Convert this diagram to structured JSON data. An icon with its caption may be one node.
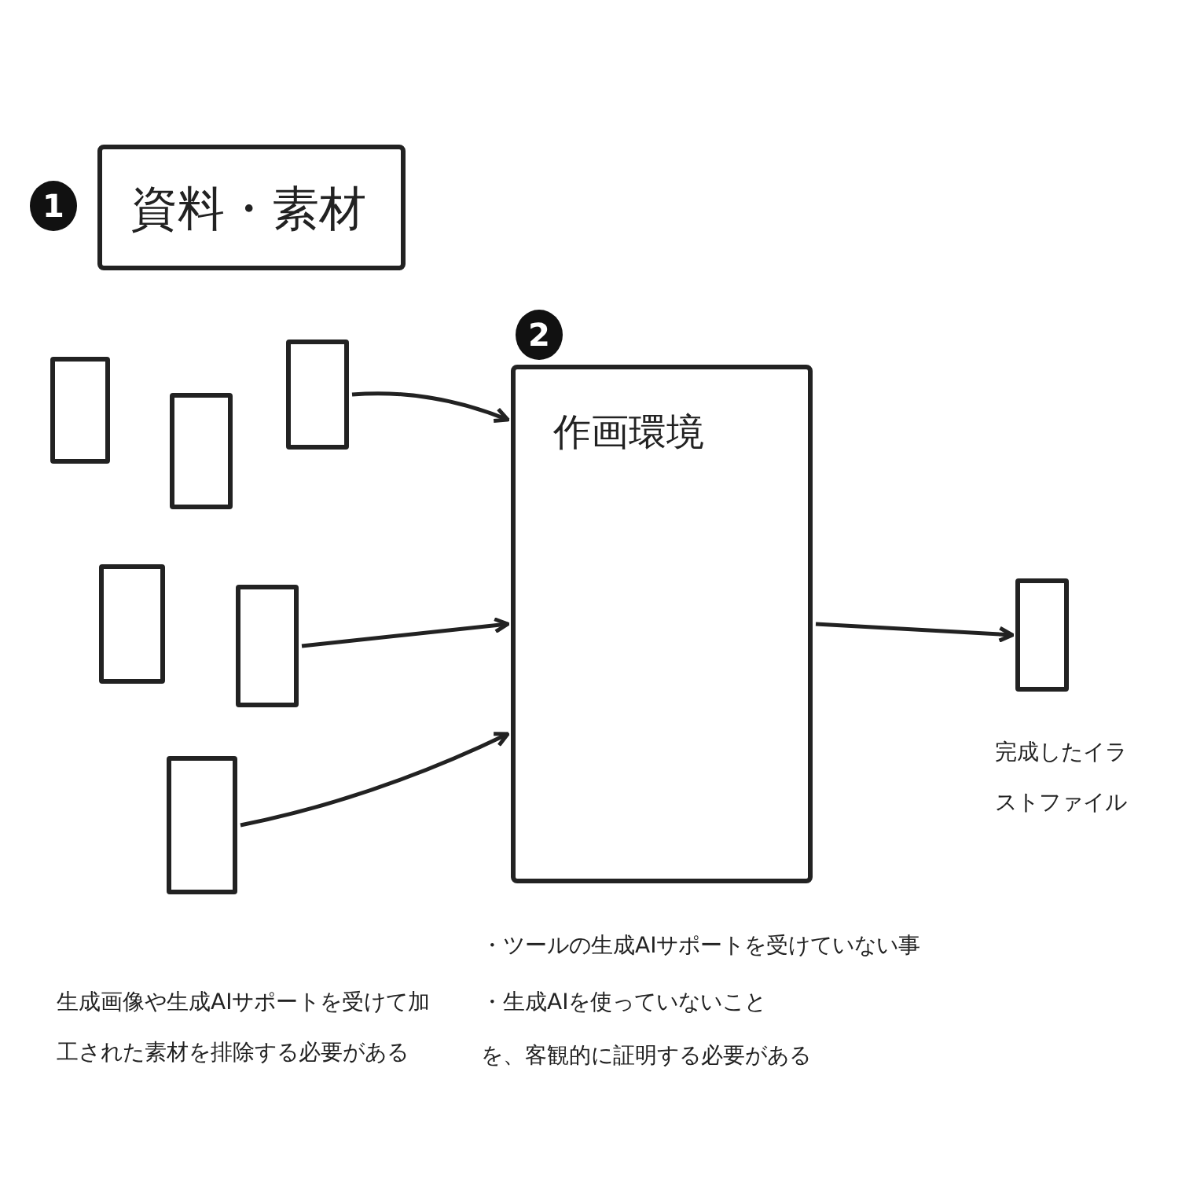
{
  "diagram": {
    "nodes": [
      {
        "text": [
          "資料・素材"
        ],
        "beside": [
          "1"
        ]
      },
      {
        "text": [],
        "shape": "box"
      },
      {
        "text": [],
        "shape": "box"
      },
      {
        "text": [],
        "shape": "box"
      },
      {
        "text": [],
        "shape": "box"
      },
      {
        "text": [],
        "shape": "box"
      },
      {
        "text": [],
        "shape": "box"
      },
      {
        "text": [
          "作画環境"
        ],
        "beside": [
          "2"
        ]
      },
      {
        "text": [],
        "shape": "box",
        "beside": [
          "完成したイラストファイル"
        ]
      }
    ],
    "edges": [
      {
        "from": 3,
        "to": 7,
        "arrow": "to"
      },
      {
        "from": 5,
        "to": 7,
        "arrow": "to"
      },
      {
        "from": 6,
        "to": 7,
        "arrow": "to"
      },
      {
        "from": 7,
        "to": 8,
        "arrow": "to"
      }
    ],
    "labels": [
      "生成画像や生成AIサポートを受けて加工された素材を排除する必要がある",
      "・ツールの生成AIサポートを受けていない事",
      "・生成AIを使っていないこと",
      "を、客観的に証明する必要がある"
    ]
  }
}
